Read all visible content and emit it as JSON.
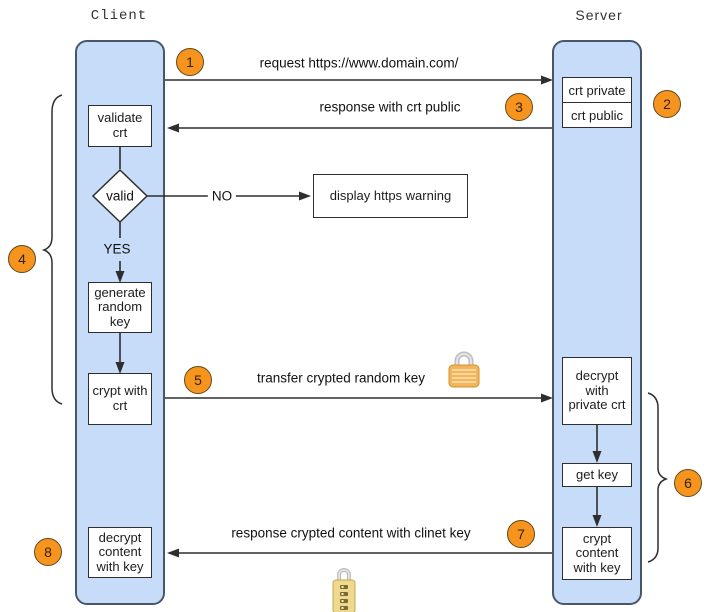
{
  "diagram": {
    "client_label": "Client",
    "server_label": "Server",
    "steps": [
      {
        "num": "1",
        "label": "request https://www.domain.com/"
      },
      {
        "num": "2",
        "label": ""
      },
      {
        "num": "3",
        "label": "response with crt public"
      },
      {
        "num": "4",
        "label": ""
      },
      {
        "num": "5",
        "label": "transfer crypted random key"
      },
      {
        "num": "6",
        "label": ""
      },
      {
        "num": "7",
        "label": "response crypted content with clinet key"
      },
      {
        "num": "8",
        "label": ""
      }
    ],
    "client_nodes": {
      "validate_crt": "validate crt",
      "valid_decision": "valid",
      "yes": "YES",
      "no": "NO",
      "generate_random_key": "generate random key",
      "crypt_with_crt": "crypt with crt",
      "decrypt_content_with_key": "decrypt content with key"
    },
    "server_nodes": {
      "crt_private": "crt private",
      "crt_public": "crt public",
      "decrypt_with_private_crt": "decrypt with private crt",
      "get_key": "get key",
      "crypt_content_with_key": "crypt content with key"
    },
    "warning_node": "display https warning",
    "icons": {
      "padlock": "closed gold padlock",
      "combination_lock": "gold combination padlock"
    },
    "colors": {
      "lane_fill": "#c7dcf8",
      "lane_border": "#47566b",
      "accent_orange": "#f7941e",
      "line": "#2e2e2e"
    }
  }
}
